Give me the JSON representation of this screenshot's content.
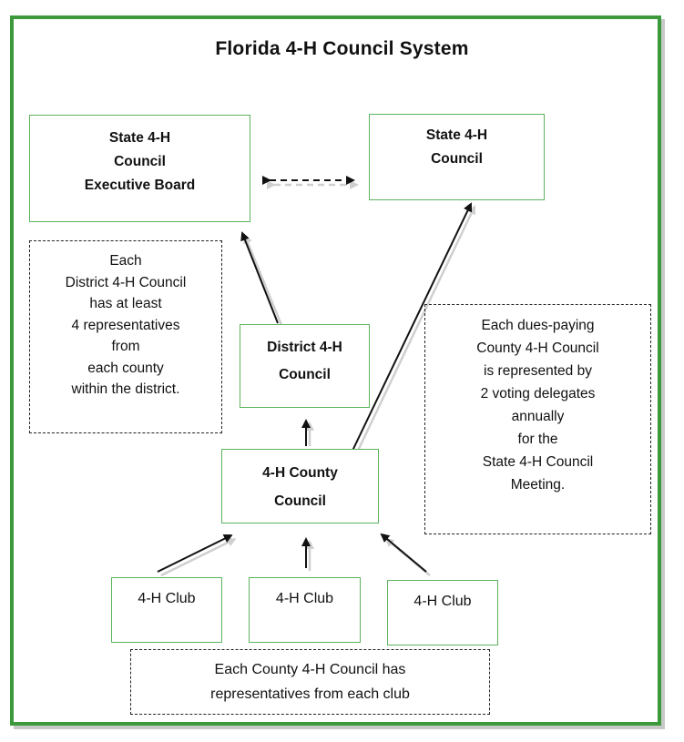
{
  "title": "Florida 4-H Council System",
  "nodes": {
    "exec_board": {
      "lines": [
        "State 4-H",
        "Council",
        "Executive Board"
      ]
    },
    "state_council": {
      "lines": [
        "State 4-H",
        "Council"
      ]
    },
    "district_council": {
      "lines": [
        "District 4-H",
        "Council"
      ]
    },
    "county_council": {
      "lines": [
        "4-H County",
        "Council"
      ]
    },
    "clubs": [
      {
        "label": "4-H Club"
      },
      {
        "label": "4-H Club"
      },
      {
        "label": "4-H Club"
      }
    ]
  },
  "notes": {
    "district": [
      "Each",
      "District 4-H Council",
      "has at least",
      "4 representatives",
      "from",
      "each county",
      "within the district."
    ],
    "state": [
      "Each dues-paying",
      "County 4-H Council",
      "is represented by",
      "2 voting delegates",
      "annually",
      "for the",
      "State 4-H Council",
      "Meeting."
    ],
    "county": [
      "Each County 4-H Council has",
      "representatives from each club"
    ]
  },
  "connections": [
    {
      "from": "exec_board",
      "to": "state_council",
      "style": "dashed",
      "direction": "both"
    },
    {
      "from": "district_council",
      "to": "exec_board",
      "style": "solid",
      "direction": "forward"
    },
    {
      "from": "county_council",
      "to": "district_council",
      "style": "solid",
      "direction": "forward"
    },
    {
      "from": "county_council",
      "to": "state_council",
      "style": "solid",
      "direction": "forward"
    },
    {
      "from": "club_1",
      "to": "county_council",
      "style": "solid",
      "direction": "forward"
    },
    {
      "from": "club_2",
      "to": "county_council",
      "style": "solid",
      "direction": "forward"
    },
    {
      "from": "club_3",
      "to": "county_council",
      "style": "solid",
      "direction": "forward"
    }
  ],
  "colors": {
    "frame": "#3c9a3c",
    "node_border": "#5cb35c",
    "shadow": "#c8c8c8"
  }
}
